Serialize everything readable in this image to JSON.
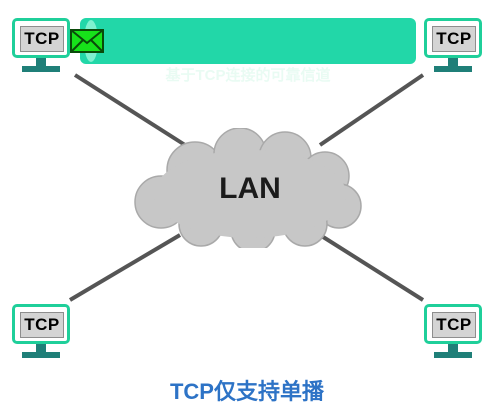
{
  "channel": {
    "label": "基于TCP连接的可靠信道"
  },
  "network": {
    "label": "LAN"
  },
  "hosts": [
    {
      "id": "top-left",
      "label": "TCP"
    },
    {
      "id": "top-right",
      "label": "TCP"
    },
    {
      "id": "bottom-left",
      "label": "TCP"
    },
    {
      "id": "bottom-right",
      "label": "TCP"
    }
  ],
  "caption": "TCP仅支持单播",
  "colors": {
    "monitor_border": "#1fcf9a",
    "monitor_stand": "#1f7f78",
    "channel": "#22d7a8",
    "envelope": "#17e21a",
    "cloud": "#c7c7c7",
    "caption": "#2d73c6"
  },
  "icons": {
    "message": "envelope-icon",
    "network": "cloud-icon",
    "host": "computer-icon"
  }
}
